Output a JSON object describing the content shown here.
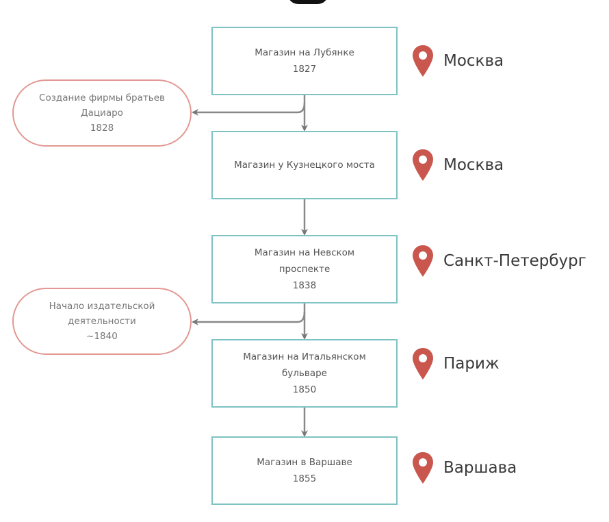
{
  "colors": {
    "node_border": "#7fc2c4",
    "event_border": "#e29893",
    "pin": "#c9574e",
    "arrow": "#777777"
  },
  "stores": [
    {
      "title": "Магазин на Лубянке",
      "year": "1827",
      "city": "Москва"
    },
    {
      "title": "Магазин у Кузнецкого моста",
      "year": "",
      "city": "Москва"
    },
    {
      "title": "Магазин на Невском проспекте",
      "year": "1838",
      "city": "Санкт-Петербург"
    },
    {
      "title": "Магазин на Итальянском бульваре",
      "year": "1850",
      "city": "Париж"
    },
    {
      "title": "Магазин в Варшаве",
      "year": "1855",
      "city": "Варшава"
    }
  ],
  "events": [
    {
      "title": "Создание фирмы братьев Дациаро",
      "year": "1828"
    },
    {
      "title": "Начало издательской деятельности",
      "year": "~1840"
    }
  ],
  "icons": {
    "location": "map-pin-icon"
  }
}
